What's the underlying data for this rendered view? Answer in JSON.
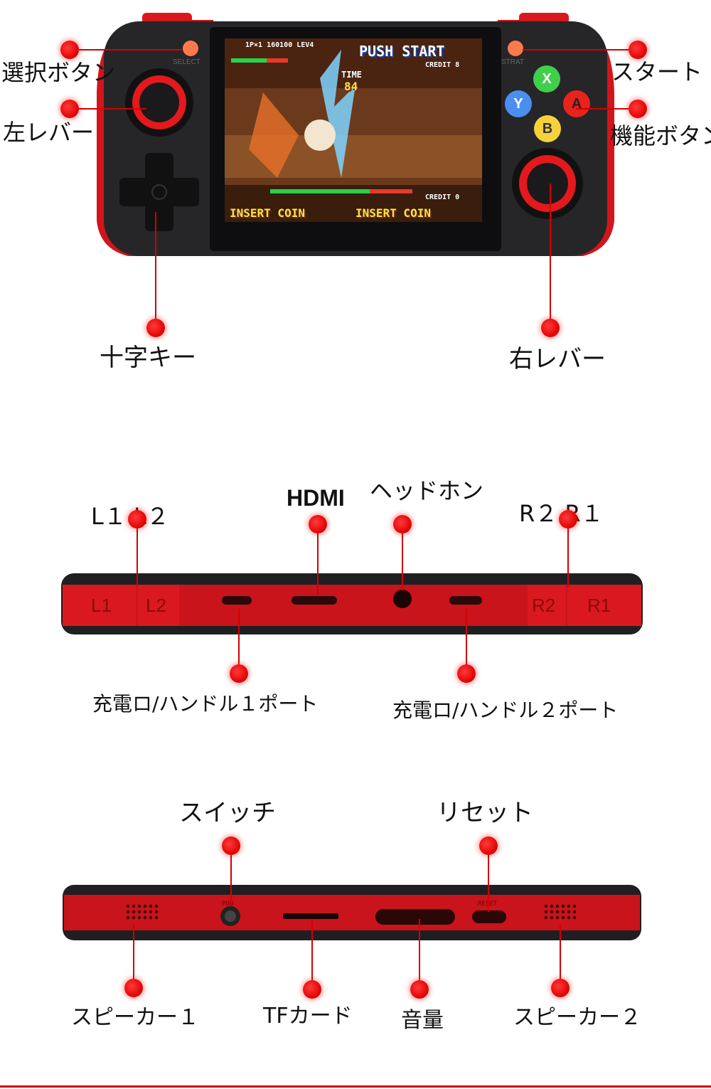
{
  "front": {
    "labels": {
      "select": "選択ボタン",
      "left_stick": "左レバー",
      "dpad": "十字キー",
      "start": "スタート",
      "function_buttons": "機能ボタン",
      "right_stick": "右レバー"
    },
    "device_print": {
      "select": "SELECT",
      "start": "STRAT"
    },
    "face_buttons": [
      {
        "letter": "X",
        "color": "#3fcf4a"
      },
      {
        "letter": "Y",
        "color": "#4a8ff0"
      },
      {
        "letter": "A",
        "color": "#e8231c"
      },
      {
        "letter": "B",
        "color": "#f5d23a"
      }
    ],
    "screen": {
      "hud_top": "1P×1  160100  LEV4",
      "push_start": "PUSH START",
      "credit_top": "CREDIT  8",
      "time": "TIME",
      "time_value": "84",
      "credit_bottom": "CREDIT  0",
      "insert_coin_1": "INSERT COIN",
      "insert_coin_2": "INSERT COIN"
    }
  },
  "top_edge": {
    "labels": {
      "l1l2": "L１ L２",
      "hdmi": "HDMI",
      "headphone": "ヘッドホン",
      "r2r1": "R２ R１",
      "charge_port_1": "充電ロ/ハンドル１ポート",
      "charge_port_2": "充電ロ/ハンドル２ポート"
    },
    "shoulder_print": [
      "L1",
      "L2",
      "R2",
      "R1"
    ]
  },
  "bottom_edge": {
    "labels": {
      "switch": "スイッチ",
      "reset": "リセット",
      "speaker1": "スピーカー１",
      "tf_card": "TFカード",
      "volume": "音量",
      "speaker2": "スピーカー２"
    },
    "device_print": {
      "power": "POW",
      "reset": "RESET"
    }
  },
  "colors": {
    "accent_red": "#d40000",
    "device_red": "#c8141a",
    "device_black": "#1f1f22"
  }
}
